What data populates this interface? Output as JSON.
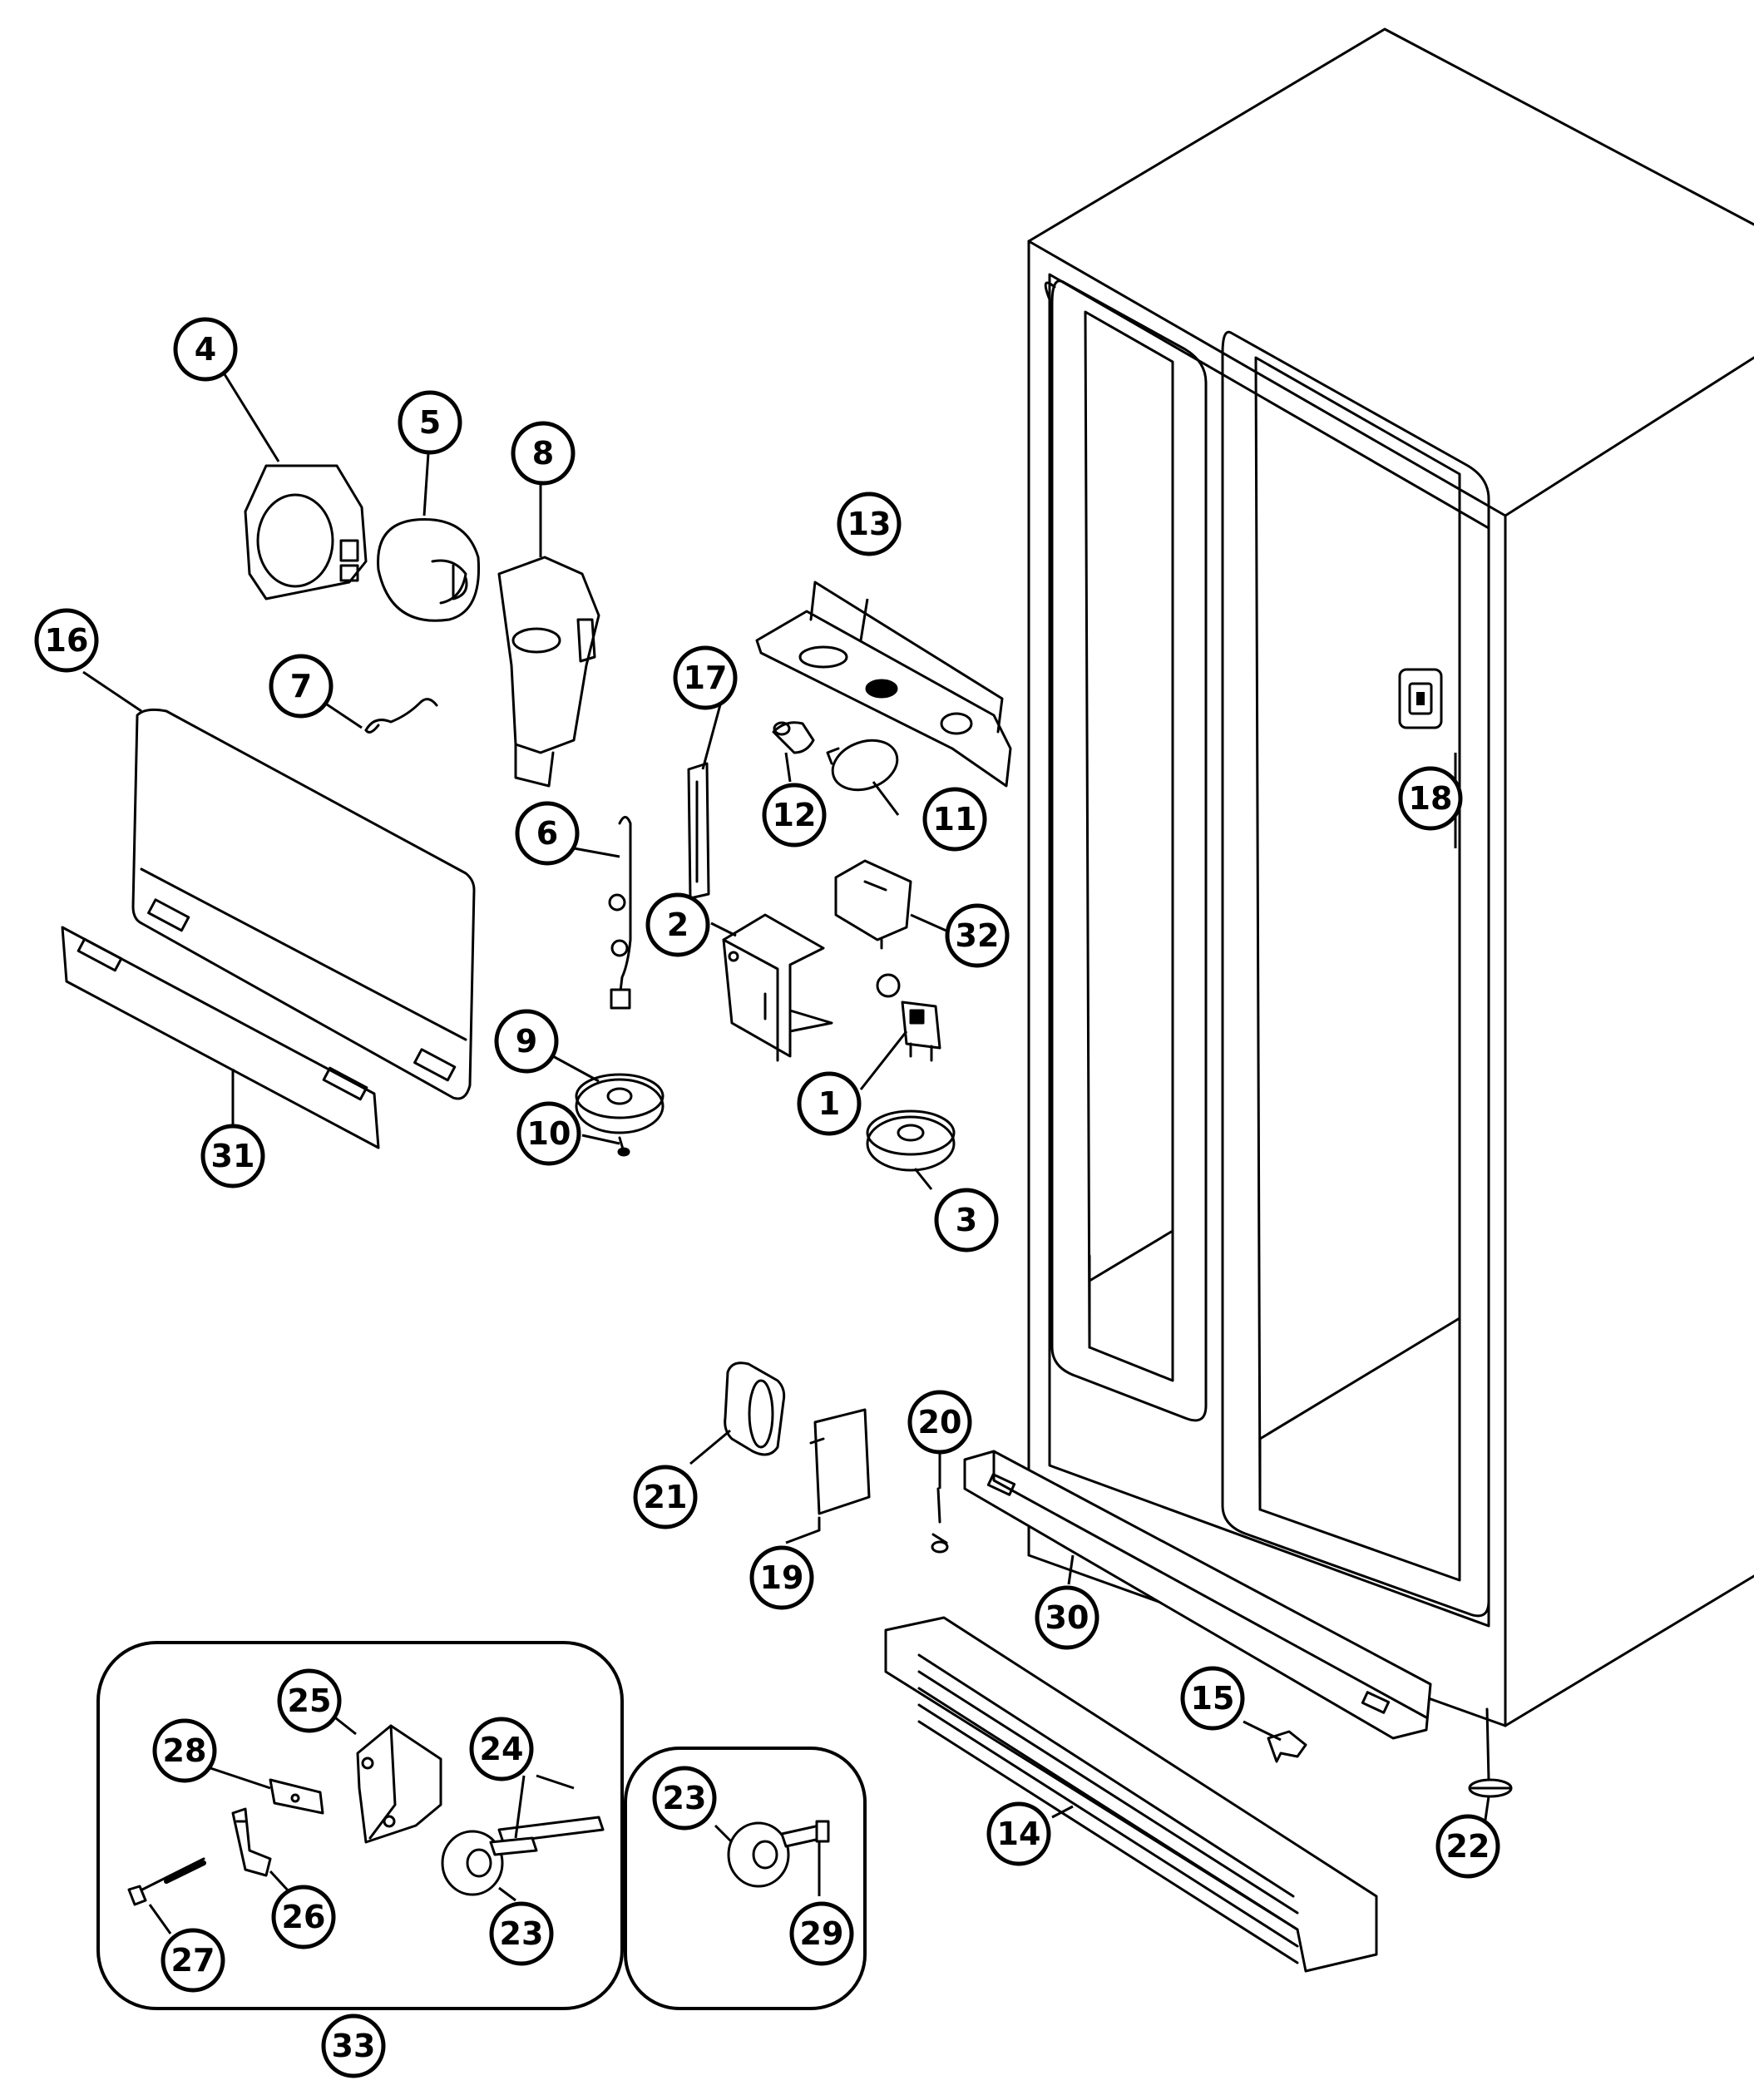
{
  "callouts": [
    {
      "id": "c1",
      "label": "1"
    },
    {
      "id": "c2",
      "label": "2"
    },
    {
      "id": "c3",
      "label": "3"
    },
    {
      "id": "c4",
      "label": "4"
    },
    {
      "id": "c5",
      "label": "5"
    },
    {
      "id": "c6",
      "label": "6"
    },
    {
      "id": "c7",
      "label": "7"
    },
    {
      "id": "c8",
      "label": "8"
    },
    {
      "id": "c9",
      "label": "9"
    },
    {
      "id": "c10",
      "label": "10"
    },
    {
      "id": "c11",
      "label": "11"
    },
    {
      "id": "c12",
      "label": "12"
    },
    {
      "id": "c13",
      "label": "13"
    },
    {
      "id": "c14",
      "label": "14"
    },
    {
      "id": "c15",
      "label": "15"
    },
    {
      "id": "c16",
      "label": "16"
    },
    {
      "id": "c17",
      "label": "17"
    },
    {
      "id": "c18",
      "label": "18"
    },
    {
      "id": "c19",
      "label": "19"
    },
    {
      "id": "c20",
      "label": "20"
    },
    {
      "id": "c21",
      "label": "21"
    },
    {
      "id": "c22",
      "label": "22"
    },
    {
      "id": "c23a",
      "label": "23"
    },
    {
      "id": "c23b",
      "label": "23"
    },
    {
      "id": "c23c",
      "label": "23"
    },
    {
      "id": "c24",
      "label": "24"
    },
    {
      "id": "c25",
      "label": "25"
    },
    {
      "id": "c26",
      "label": "26"
    },
    {
      "id": "c27",
      "label": "27"
    },
    {
      "id": "c28",
      "label": "28"
    },
    {
      "id": "c29",
      "label": "29"
    },
    {
      "id": "c30",
      "label": "30"
    },
    {
      "id": "c31",
      "label": "31"
    },
    {
      "id": "c32",
      "label": "32"
    },
    {
      "id": "c33",
      "label": "33"
    }
  ]
}
